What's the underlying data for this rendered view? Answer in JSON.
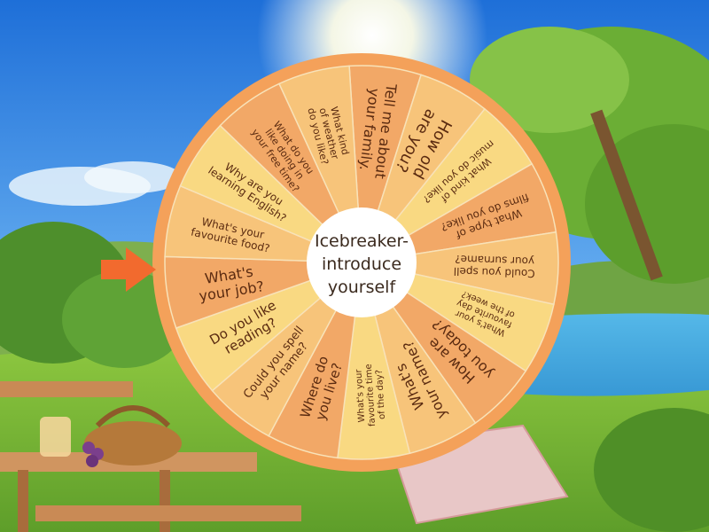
{
  "title_lines": [
    "Icebreaker-",
    "introduce",
    "yourself"
  ],
  "segments": [
    {
      "lines": [
        "Tell me about",
        "your family."
      ],
      "size": 16
    },
    {
      "lines": [
        "How old",
        "are you?"
      ],
      "size": 18
    },
    {
      "lines": [
        "What kind of",
        "music do you like?"
      ],
      "size": 11
    },
    {
      "lines": [
        "What type of",
        "films do you like?"
      ],
      "size": 12
    },
    {
      "lines": [
        "Could you spell",
        "your surname?"
      ],
      "size": 12
    },
    {
      "lines": [
        "What's your",
        "favourite day",
        "of the week?"
      ],
      "size": 10
    },
    {
      "lines": [
        "How are",
        "you today?"
      ],
      "size": 16
    },
    {
      "lines": [
        "What's",
        "your name?"
      ],
      "size": 16
    },
    {
      "lines": [
        "What's your",
        "favourite time",
        "of the day?"
      ],
      "size": 10
    },
    {
      "lines": [
        "Where do",
        "you live?"
      ],
      "size": 15
    },
    {
      "lines": [
        "Could you spell",
        "your name?"
      ],
      "size": 13
    },
    {
      "lines": [
        "Do you like",
        "reading?"
      ],
      "size": 15
    },
    {
      "lines": [
        "What's",
        "your job?"
      ],
      "size": 16
    },
    {
      "lines": [
        "What's your",
        "favourite food?"
      ],
      "size": 12
    },
    {
      "lines": [
        "Why are you",
        "learning English?"
      ],
      "size": 12
    },
    {
      "lines": [
        "What do you",
        "like doing in",
        "your free time?"
      ],
      "size": 11
    },
    {
      "lines": [
        "What kind",
        "of weather",
        "do you like?"
      ],
      "size": 11
    }
  ],
  "colors": {
    "segment_dark": "#F2A867",
    "segment_mid": "#F7C47A",
    "segment_light": "#F9D982",
    "rim": "#F4A15A",
    "hub": "#FFFFFF",
    "pointer": "#F26A2E"
  },
  "icons": {
    "pointer": "right-arrow-icon"
  }
}
